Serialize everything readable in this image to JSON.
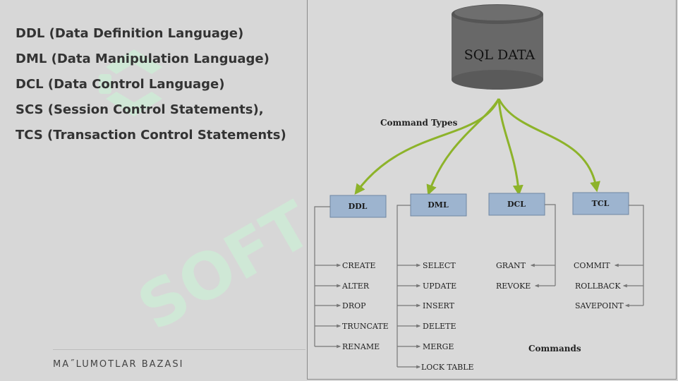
{
  "left_panel": {
    "items": [
      "DDL (Data Definition Language)",
      "DML (Data Manipulation Language)",
      "DCL (Data Control Language)",
      "SCS (Session Control Statements),",
      "TCS (Transaction Control Statements)"
    ],
    "footer": "MA˝LUMOTLAR BAZASI"
  },
  "diagram": {
    "database_label": "SQL DATA",
    "command_types_label": "Command Types",
    "commands_label": "Commands",
    "groups": [
      {
        "label": "DDL",
        "commands": [
          "CREATE",
          "ALTER",
          "DROP",
          "TRUNCATE",
          "RENAME"
        ]
      },
      {
        "label": "DML",
        "commands": [
          "SELECT",
          "UPDATE",
          "INSERT",
          "DELETE",
          "MERGE",
          "LOCK TABLE"
        ]
      },
      {
        "label": "DCL",
        "commands": [
          "GRANT",
          "REVOKE"
        ]
      },
      {
        "label": "TCL",
        "commands": [
          "COMMIT",
          "ROLLBACK",
          "SAVEPOINT"
        ]
      }
    ],
    "colors": {
      "arrow": "#8db32a",
      "box_fill": "#9db4cf",
      "box_border": "#6f86a3",
      "cylinder": "#686868",
      "watermark": "#ccf2d6"
    }
  }
}
